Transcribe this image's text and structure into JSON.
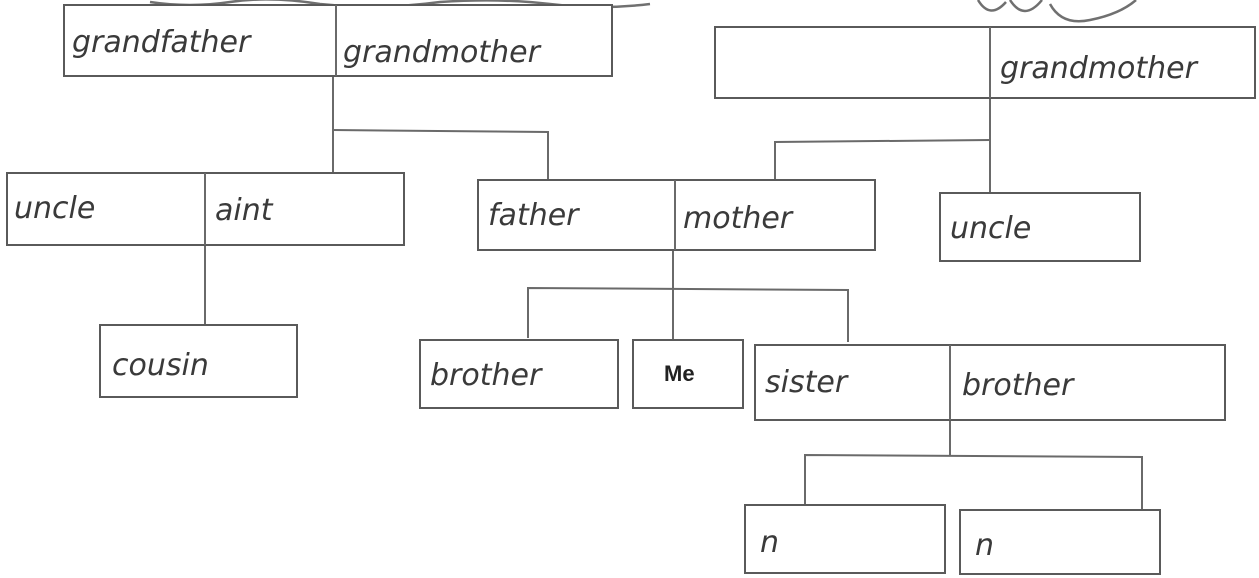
{
  "paternal_grandparents": {
    "left": "grandfather",
    "right": "grandmother"
  },
  "maternal_grandparents": {
    "left": "",
    "right": "grandmother"
  },
  "paternal_uncle_aunt": {
    "left": "uncle",
    "right": "aint"
  },
  "parents": {
    "left": "father",
    "right": "mother"
  },
  "maternal_uncle": "uncle",
  "cousin": "cousin",
  "brother_left": "brother",
  "me": "Me",
  "sibling_pair": {
    "left": "sister",
    "right": "brother"
  },
  "children": {
    "left": "n",
    "right": "n"
  }
}
